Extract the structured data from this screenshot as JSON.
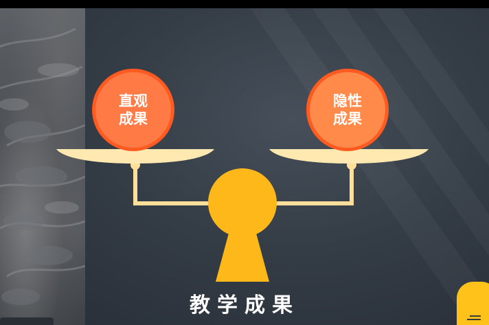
{
  "slide": {
    "left_label_line1": "直观",
    "left_label_line2": "成果",
    "right_label_line1": "隐性",
    "right_label_line2": "成果",
    "title": "教学成果"
  },
  "colors": {
    "background": "#343c46",
    "ball_fill": "#ff7a45",
    "ball_border": "#ff5a1f",
    "pan": "#ffe9b0",
    "frame": "#ffdf9a",
    "keyhole": "#ffb81a",
    "corner_button": "#ffc21a"
  },
  "icons": {
    "corner": "menu-icon"
  }
}
